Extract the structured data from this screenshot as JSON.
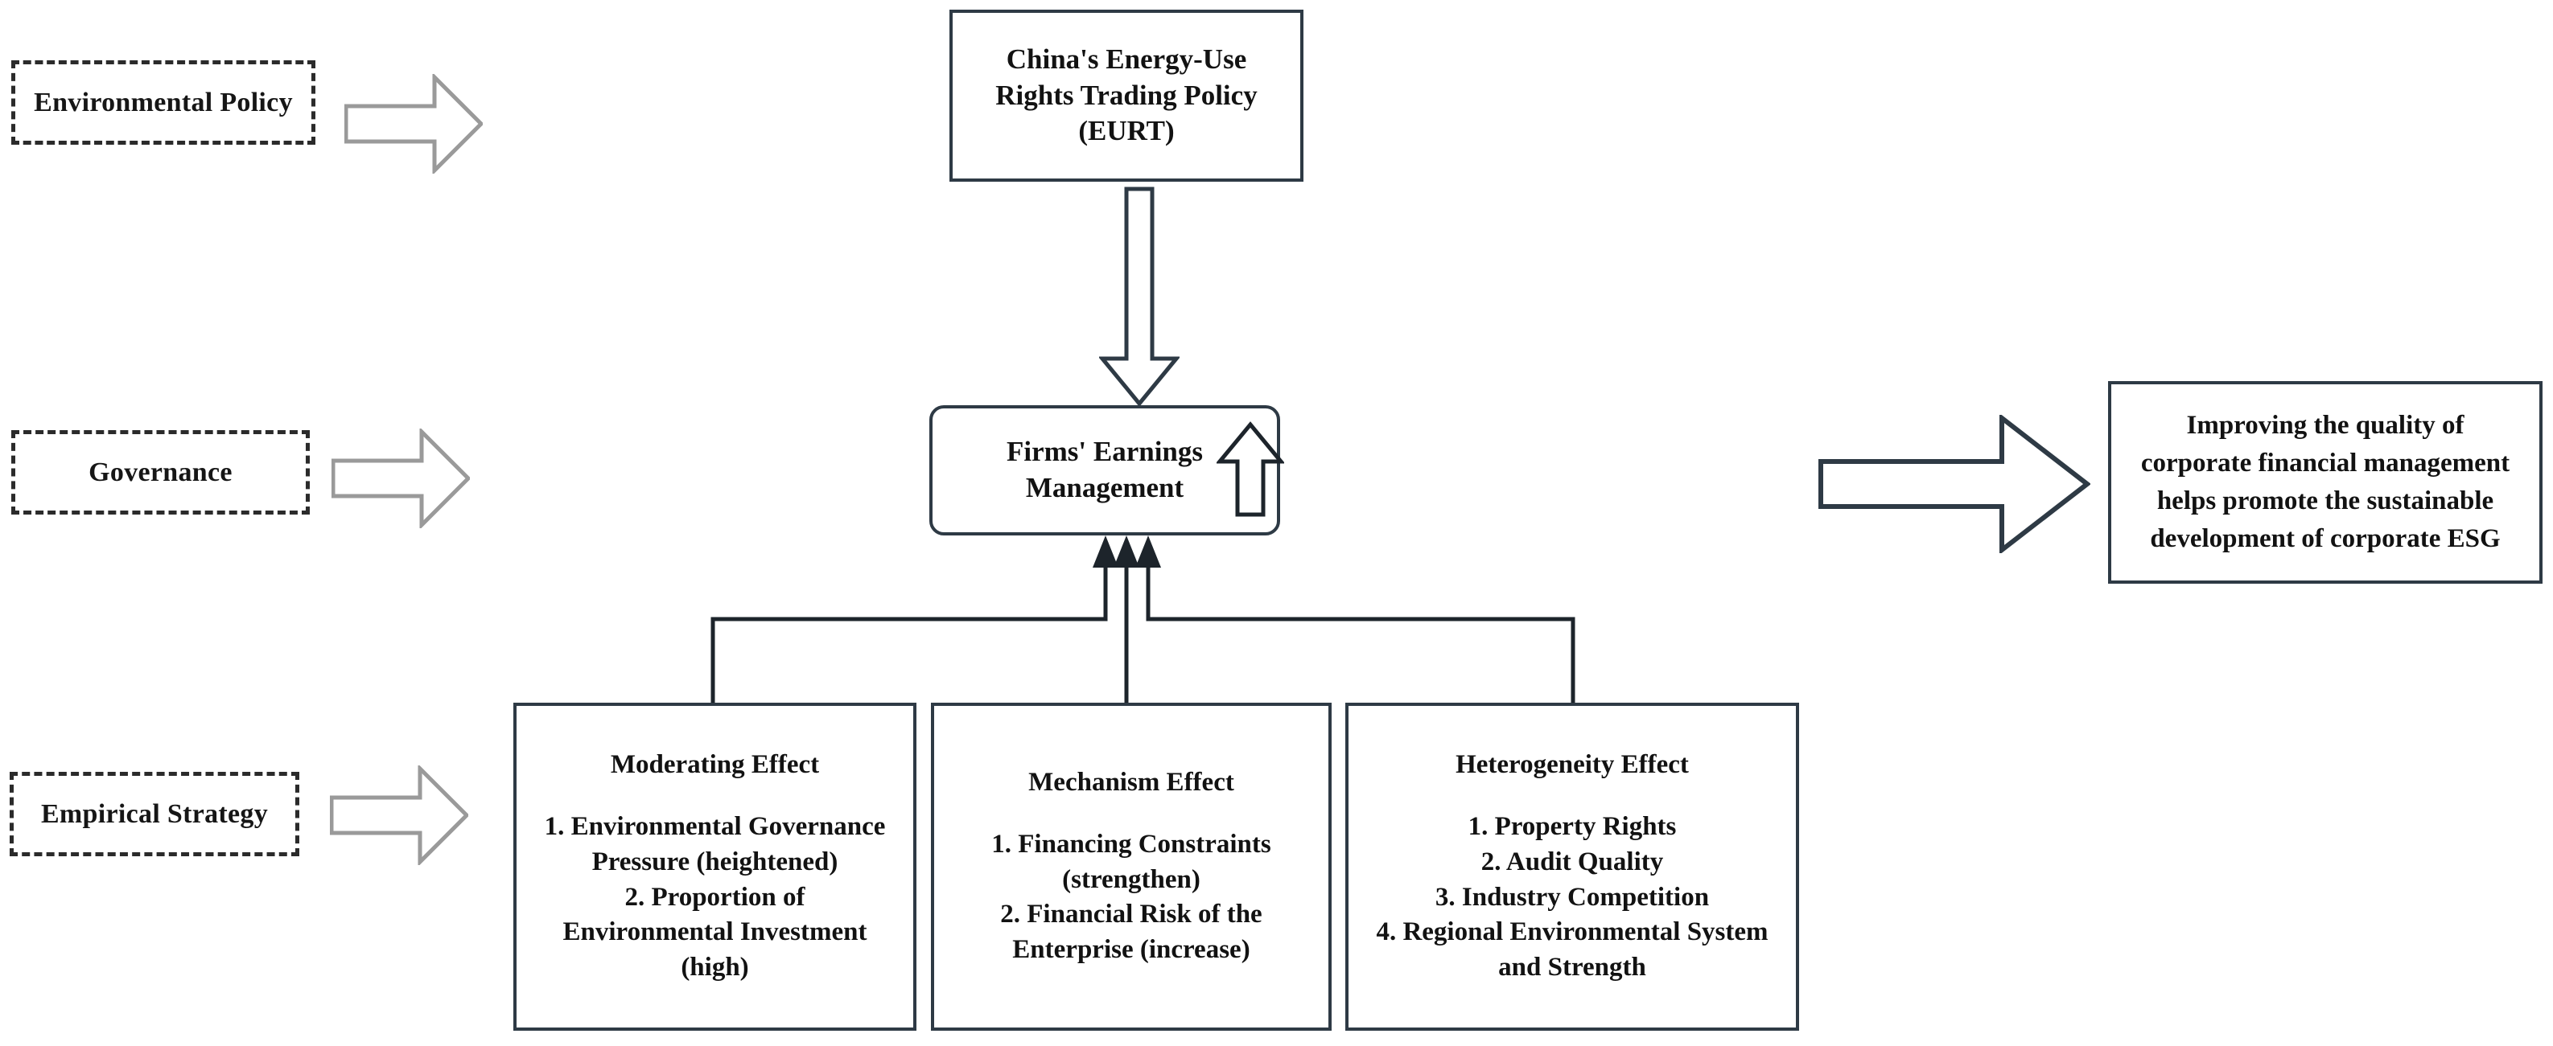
{
  "figure": {
    "type": "research-framework-flowchart",
    "colors": {
      "box_stroke": "#2e3a45",
      "dashed_stroke": "#2b2b2b",
      "gray_arrow_stroke": "#9a9a9a",
      "dark_arrow_stroke": "#2e3a45",
      "connector_stroke": "#1d242b",
      "text": "#121212",
      "background": "#ffffff"
    }
  },
  "stages": [
    {
      "id": "environmental-policy",
      "label": "Environmental Policy"
    },
    {
      "id": "governance",
      "label": "Governance"
    },
    {
      "id": "empirical-strategy",
      "label": "Empirical Strategy"
    }
  ],
  "policy_box": {
    "lines": [
      "China's Energy-Use",
      "Rights Trading Policy",
      "(EURT)"
    ]
  },
  "outcome_box": {
    "lines": [
      "Firms' Earnings",
      "Management"
    ],
    "indicator_icon": "up-arrow-icon"
  },
  "implication_box": {
    "lines": [
      "Improving the quality of",
      "corporate financial management",
      "helps promote the sustainable",
      "development of corporate ESG"
    ]
  },
  "effect_boxes": [
    {
      "id": "moderating-effect",
      "heading": "Moderating Effect",
      "items": [
        "1. Environmental Governance",
        "Pressure (heightened)",
        "2. Proportion of",
        "Environmental Investment",
        "(high)"
      ]
    },
    {
      "id": "mechanism-effect",
      "heading": "Mechanism Effect",
      "items": [
        "1. Financing Constraints",
        "(strengthen)",
        "2. Financial Risk of the",
        "Enterprise (increase)"
      ]
    },
    {
      "id": "heterogeneity-effect",
      "heading": "Heterogeneity Effect",
      "items": [
        "1. Property Rights",
        "2. Audit Quality",
        "3. Industry Competition",
        "4. Regional Environmental System",
        "and Strength"
      ]
    }
  ],
  "connectors": [
    {
      "id": "policy-to-outcome",
      "icon": "down-block-arrow-icon"
    },
    {
      "id": "stage-arrow-1",
      "icon": "right-block-arrow-icon"
    },
    {
      "id": "stage-arrow-2",
      "icon": "right-block-arrow-icon"
    },
    {
      "id": "stage-arrow-3",
      "icon": "right-block-arrow-icon"
    },
    {
      "id": "outcome-to-implication",
      "icon": "right-block-arrow-icon"
    },
    {
      "id": "effects-to-outcome",
      "icon": "three-line-arrows-icon"
    }
  ]
}
